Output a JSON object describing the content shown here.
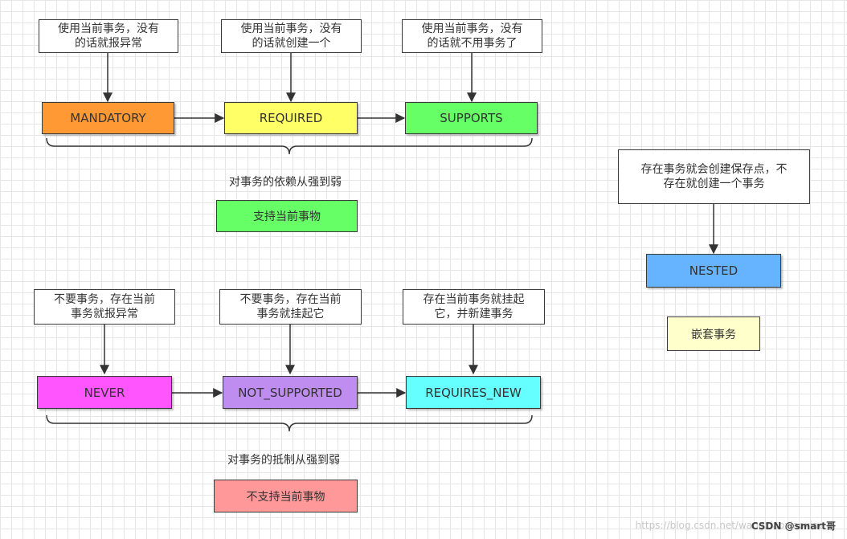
{
  "colors": {
    "MANDATORY": "#ff9933",
    "REQUIRED": "#ffff66",
    "SUPPORTS": "#66ff66",
    "support_tag": "#66ff66",
    "NEVER": "#ff55ff",
    "NOT_SUPPORTED": "#bf8cf0",
    "REQUIRES_NEW": "#66ffff",
    "nonsupport_tag": "#ff9999",
    "NESTED": "#66b3ff",
    "nested_tag": "#ffffcc"
  },
  "support_group": {
    "notes": [
      "使用当前事务，没有\n的话就报异常",
      "使用当前事务，没有\n的话就创建一个",
      "使用当前事务，没有\n的话就不用事务了"
    ],
    "states": [
      "MANDATORY",
      "REQUIRED",
      "SUPPORTS"
    ],
    "caption": "对事务的依赖从强到弱",
    "tag": "支持当前事物"
  },
  "nonsupport_group": {
    "notes": [
      "不要事务，存在当前\n事务就报异常",
      "不要事务，存在当前\n事务就挂起它",
      "存在当前事务就挂起\n它，并新建事务"
    ],
    "states": [
      "NEVER",
      "NOT_SUPPORTED",
      "REQUIRES_NEW"
    ],
    "caption": "对事务的抵制从强到弱",
    "tag": "不支持当前事物"
  },
  "nested_group": {
    "note": "存在事务就会创建保存点，不\n存在就创建一个事务",
    "state": "NESTED",
    "tag": "嵌套事务"
  },
  "watermark": {
    "faint": "https://blog.csdn.net/wangxiaoxiaoxiao",
    "dark": "CSDN @smart哥"
  }
}
